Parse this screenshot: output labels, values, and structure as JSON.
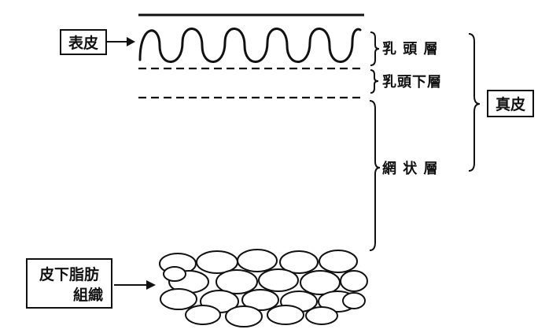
{
  "labels": {
    "epidermis": "表皮",
    "papillary_layer": "乳 頭 層",
    "subpapillary_layer": "乳頭下層",
    "reticular_layer": "網 状 層",
    "dermis": "真皮",
    "subcutaneous_line1": "皮下脂肪",
    "subcutaneous_line2": "組織"
  },
  "colors": {
    "ink": "#111111",
    "background": "#ffffff"
  }
}
